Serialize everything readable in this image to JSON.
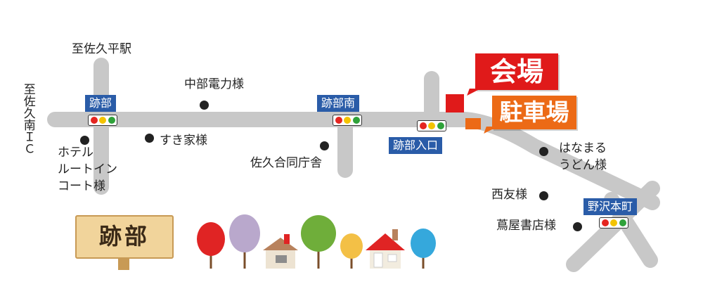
{
  "map": {
    "venue_label": "会場",
    "parking_label": "駐車場",
    "signboard_text": "跡部",
    "directions": {
      "to_saku_hiraeki": "至佐久平駅",
      "to_saku_minami_ic": "至佐久南ＩＣ"
    },
    "intersections": [
      {
        "name": "跡部"
      },
      {
        "name": "跡部南"
      },
      {
        "name": "跡部入口"
      },
      {
        "name": "野沢本町"
      }
    ],
    "landmarks": [
      {
        "name": "中部電力様"
      },
      {
        "name": "すき家様"
      },
      {
        "name": "ホテル\nルートイン\nコート様"
      },
      {
        "name": "佐久合同庁舎"
      },
      {
        "name": "はなまる\nうどん様"
      },
      {
        "name": "西友様"
      },
      {
        "name": "蔦屋書店様"
      }
    ],
    "colors": {
      "road": "#c8c8c8",
      "intersection_label_bg": "#2a5ca8",
      "venue": "#e01a1a",
      "parking": "#ec6a16"
    }
  }
}
